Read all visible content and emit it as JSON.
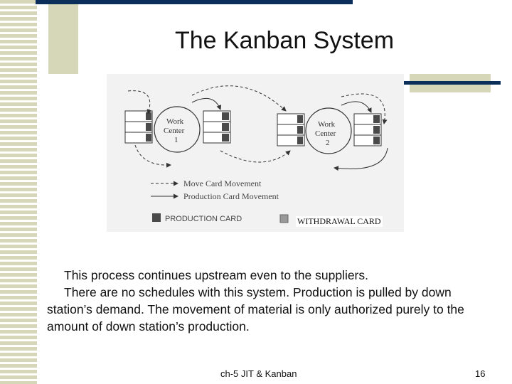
{
  "slide": {
    "title": "The Kanban System",
    "paragraph1": "This process continues upstream even to the suppliers.",
    "paragraph2": "There are no schedules with this system. Production is pulled by down station’s demand. The movement of material is only authorized purely to the amount of down station’s production.",
    "footer": "ch-5 JIT & Kanban",
    "page_number": "16"
  },
  "diagram": {
    "work_center_1": "Work\nCenter\n1",
    "work_center_2": "Work\nCenter\n2",
    "legend_move": "Move Card Movement",
    "legend_production_move": "Production Card Movement",
    "legend_production_card": "PRODUCTION CARD",
    "legend_withdrawal_card": "WITHDRAWAL CARD"
  },
  "colors": {
    "accent_navy": "#0b2f5a",
    "accent_tan": "#d6d6b8"
  }
}
